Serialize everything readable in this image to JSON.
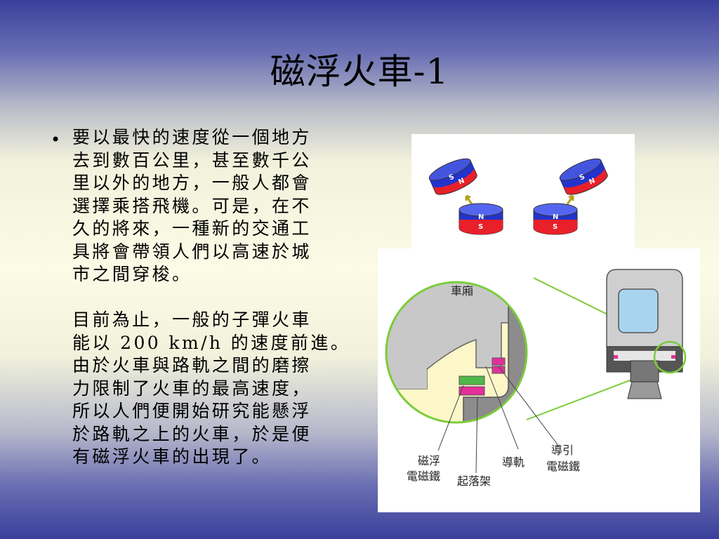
{
  "slide": {
    "title": "磁浮火車-1",
    "bullet_symbol": "•",
    "paragraph1": [
      "要以最快的速度從一個地方",
      "去到數百公里，甚至數千公",
      "里以外的地方，一般人都會",
      "選擇乘搭飛機。可是，在不",
      "久的將來，一種新的交通工",
      "具將會帶領人們以高速於城",
      "市之間穿梭。"
    ],
    "paragraph2": [
      "目前為止，一般的子彈火車",
      "能以 200 km/h 的速度前進。",
      "由於火車與路軌之間的磨擦",
      "力限制了火車的最高速度，",
      "所以人們便開始研究能懸浮",
      "於路軌之上的火車，於是便",
      "有磁浮火車的出現了。"
    ]
  },
  "figure": {
    "magnet_n": "N",
    "magnet_s": "S",
    "label_car": "車廂",
    "label_levitation_1": "磁浮",
    "label_levitation_2": "電磁鐵",
    "label_landing_gear": "起落架",
    "label_rail": "導軌",
    "label_guidance_1": "導引",
    "label_guidance_2": "電磁鐵",
    "colors": {
      "north_red": "#e8202a",
      "south_blue": "#2233cc",
      "circle_green": "#7ccc3a",
      "zoom_fill": "#fbf7c8",
      "metal_gray": "#8c8c8c",
      "car_gray": "#c8c8c8"
    }
  }
}
